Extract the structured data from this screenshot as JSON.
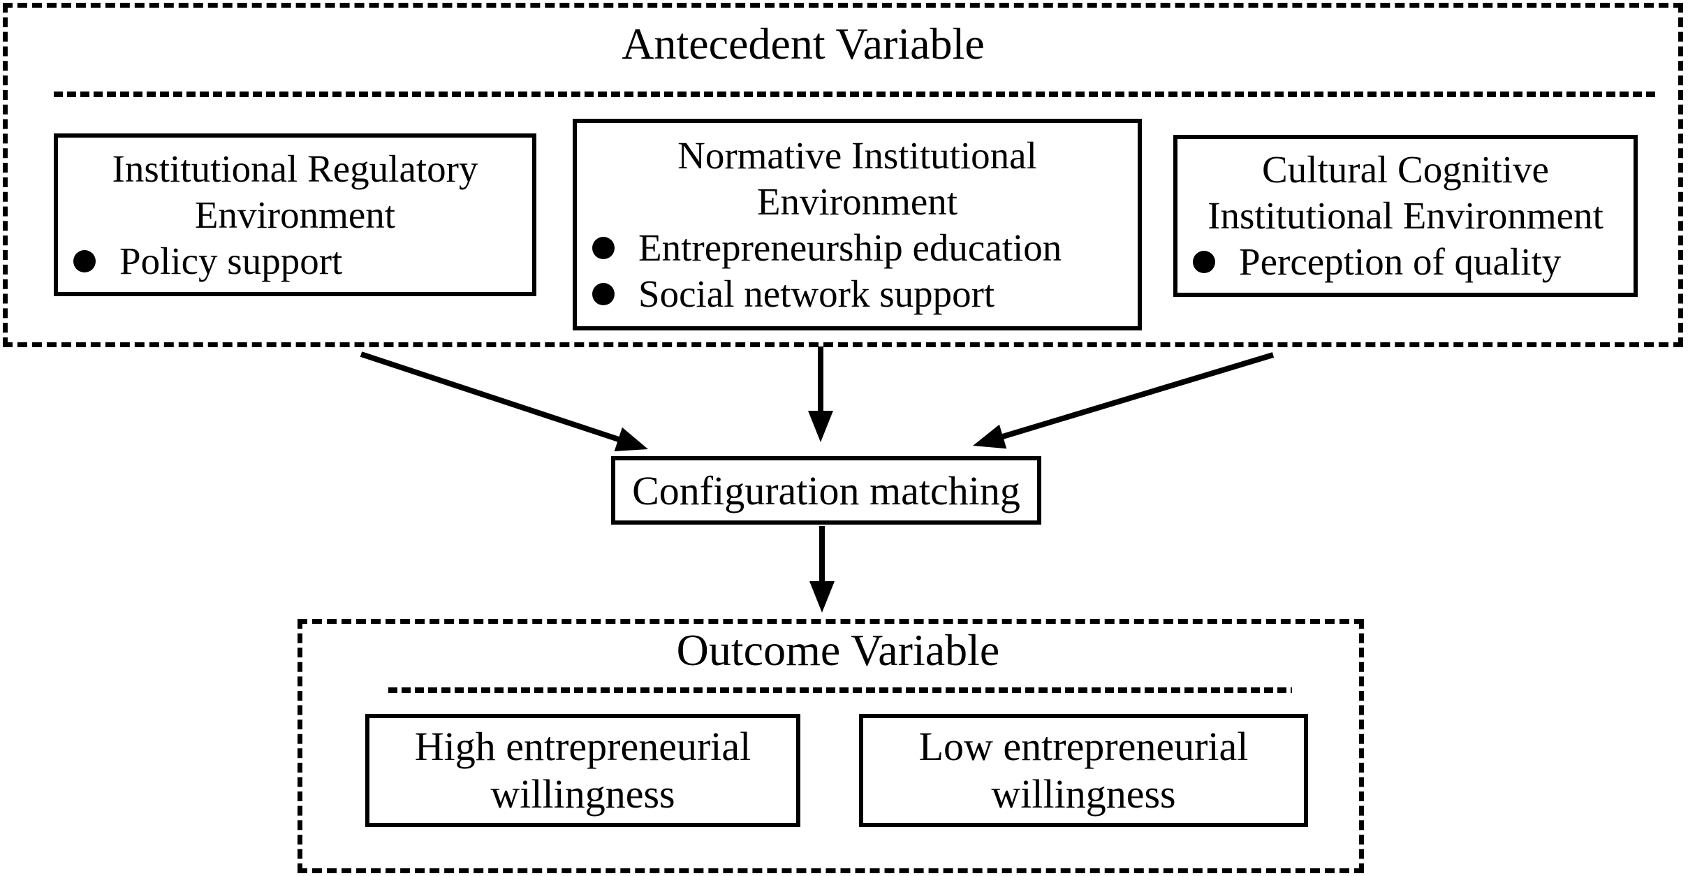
{
  "antecedent": {
    "title": "Antecedent Variable",
    "boxes": [
      {
        "title_lines": [
          "Institutional Regulatory",
          "Environment"
        ],
        "bullets": [
          "Policy support"
        ]
      },
      {
        "title_lines": [
          "Normative Institutional",
          "Environment"
        ],
        "bullets": [
          "Entrepreneurship education",
          "Social network support"
        ]
      },
      {
        "title_lines": [
          "Cultural Cognitive",
          "Institutional Environment"
        ],
        "bullets": [
          "Perception of quality"
        ]
      }
    ]
  },
  "process": {
    "label": "Configuration matching"
  },
  "outcome": {
    "title": "Outcome Variable",
    "boxes": [
      {
        "lines": [
          "High entrepreneurial",
          "willingness"
        ]
      },
      {
        "lines": [
          "Low entrepreneurial",
          "willingness"
        ]
      }
    ]
  },
  "colors": {
    "ink": "#000000",
    "paper": "#ffffff"
  }
}
